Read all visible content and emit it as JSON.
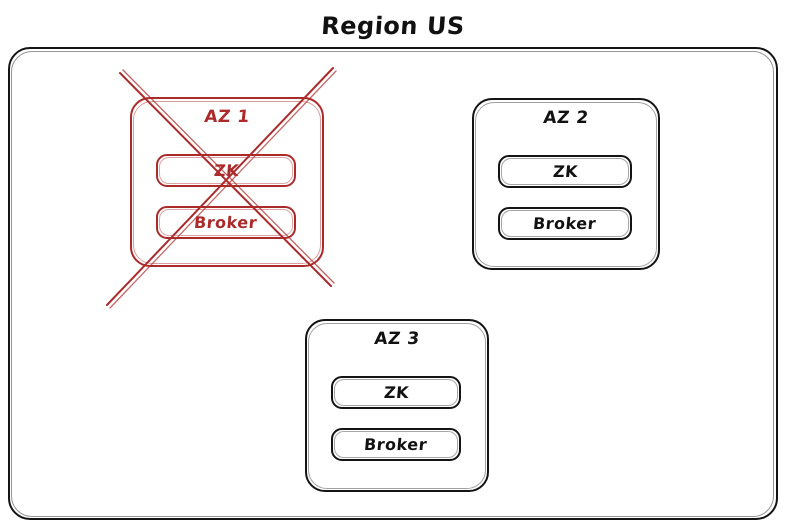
{
  "diagram": {
    "title": "Region US",
    "type": "availability-zone-failure-diagram",
    "colors": {
      "stroke": "#141414",
      "failed_stroke": "#ab2b2b",
      "background": "#ffffff"
    }
  },
  "region": {
    "label": "Region US",
    "zones": [
      {
        "id": "az-1",
        "label": "AZ 1",
        "status": "failed",
        "struck_out": true,
        "color": "#ab2b2b",
        "nodes": [
          {
            "id": "az1-zk",
            "label": "ZK"
          },
          {
            "id": "az1-broker",
            "label": "Broker"
          }
        ]
      },
      {
        "id": "az-2",
        "label": "AZ 2",
        "status": "healthy",
        "struck_out": false,
        "color": "#141414",
        "nodes": [
          {
            "id": "az2-zk",
            "label": "ZK"
          },
          {
            "id": "az2-broker",
            "label": "Broker"
          }
        ]
      },
      {
        "id": "az-3",
        "label": "AZ 3",
        "status": "healthy",
        "struck_out": false,
        "color": "#141414",
        "nodes": [
          {
            "id": "az3-zk",
            "label": "ZK"
          },
          {
            "id": "az3-broker",
            "label": "Broker"
          }
        ]
      }
    ]
  }
}
